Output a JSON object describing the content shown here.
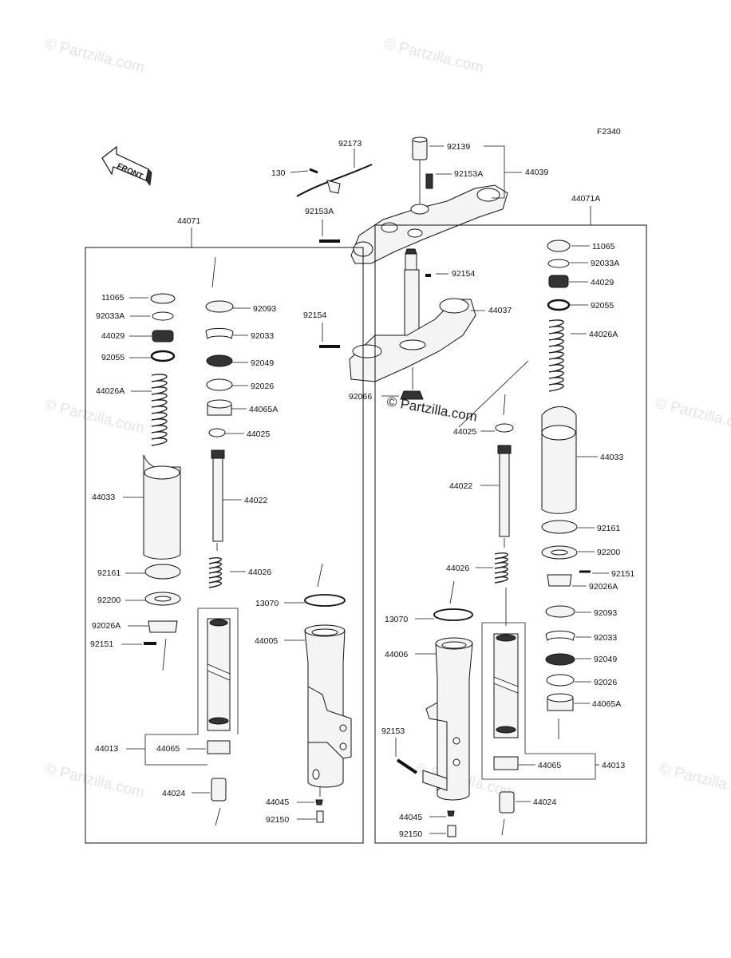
{
  "diagram_code": "F2340",
  "front_label": "FRONT",
  "watermark": "© Partzilla.com",
  "callouts": {
    "top": {
      "n92173": "92173",
      "n130": "130",
      "n92139": "92139",
      "n92153A_r": "92153A",
      "n44039": "44039",
      "n92153A_l": "92153A",
      "n92154_r": "92154",
      "n44037": "44037",
      "n92154_l": "92154",
      "n92066": "92066"
    },
    "left": {
      "box": "44071",
      "n11065": "11065",
      "n92033A": "92033A",
      "n44029": "44029",
      "n92055": "92055",
      "n44026A": "44026A",
      "n44033": "44033",
      "n92161": "92161",
      "n92200": "92200",
      "n92026A": "92026A",
      "n92151": "92151",
      "n92093": "92093",
      "n92033": "92033",
      "n92049": "92049",
      "n92026": "92026",
      "n44065A": "44065A",
      "n44025": "44025",
      "n44022": "44022",
      "n44026": "44026",
      "n13070": "13070",
      "n44005": "44005",
      "n44013": "44013",
      "n44065": "44065",
      "n44024": "44024",
      "n44045": "44045",
      "n92150": "92150"
    },
    "right": {
      "box": "44071A",
      "n11065": "11065",
      "n92033A": "92033A",
      "n44029": "44029",
      "n92055": "92055",
      "n44026A": "44026A",
      "n44033": "44033",
      "n92161": "92161",
      "n92200": "92200",
      "n92151": "92151",
      "n92026A": "92026A",
      "n92093": "92093",
      "n92033": "92033",
      "n92049": "92049",
      "n92026": "92026",
      "n44065A": "44065A",
      "n44025": "44025",
      "n44022": "44022",
      "n44026": "44026",
      "n13070": "13070",
      "n44006": "44006",
      "n92153": "92153",
      "n44065": "44065",
      "n44013": "44013",
      "n44024": "44024",
      "n44045": "44045",
      "n92150": "92150"
    }
  }
}
